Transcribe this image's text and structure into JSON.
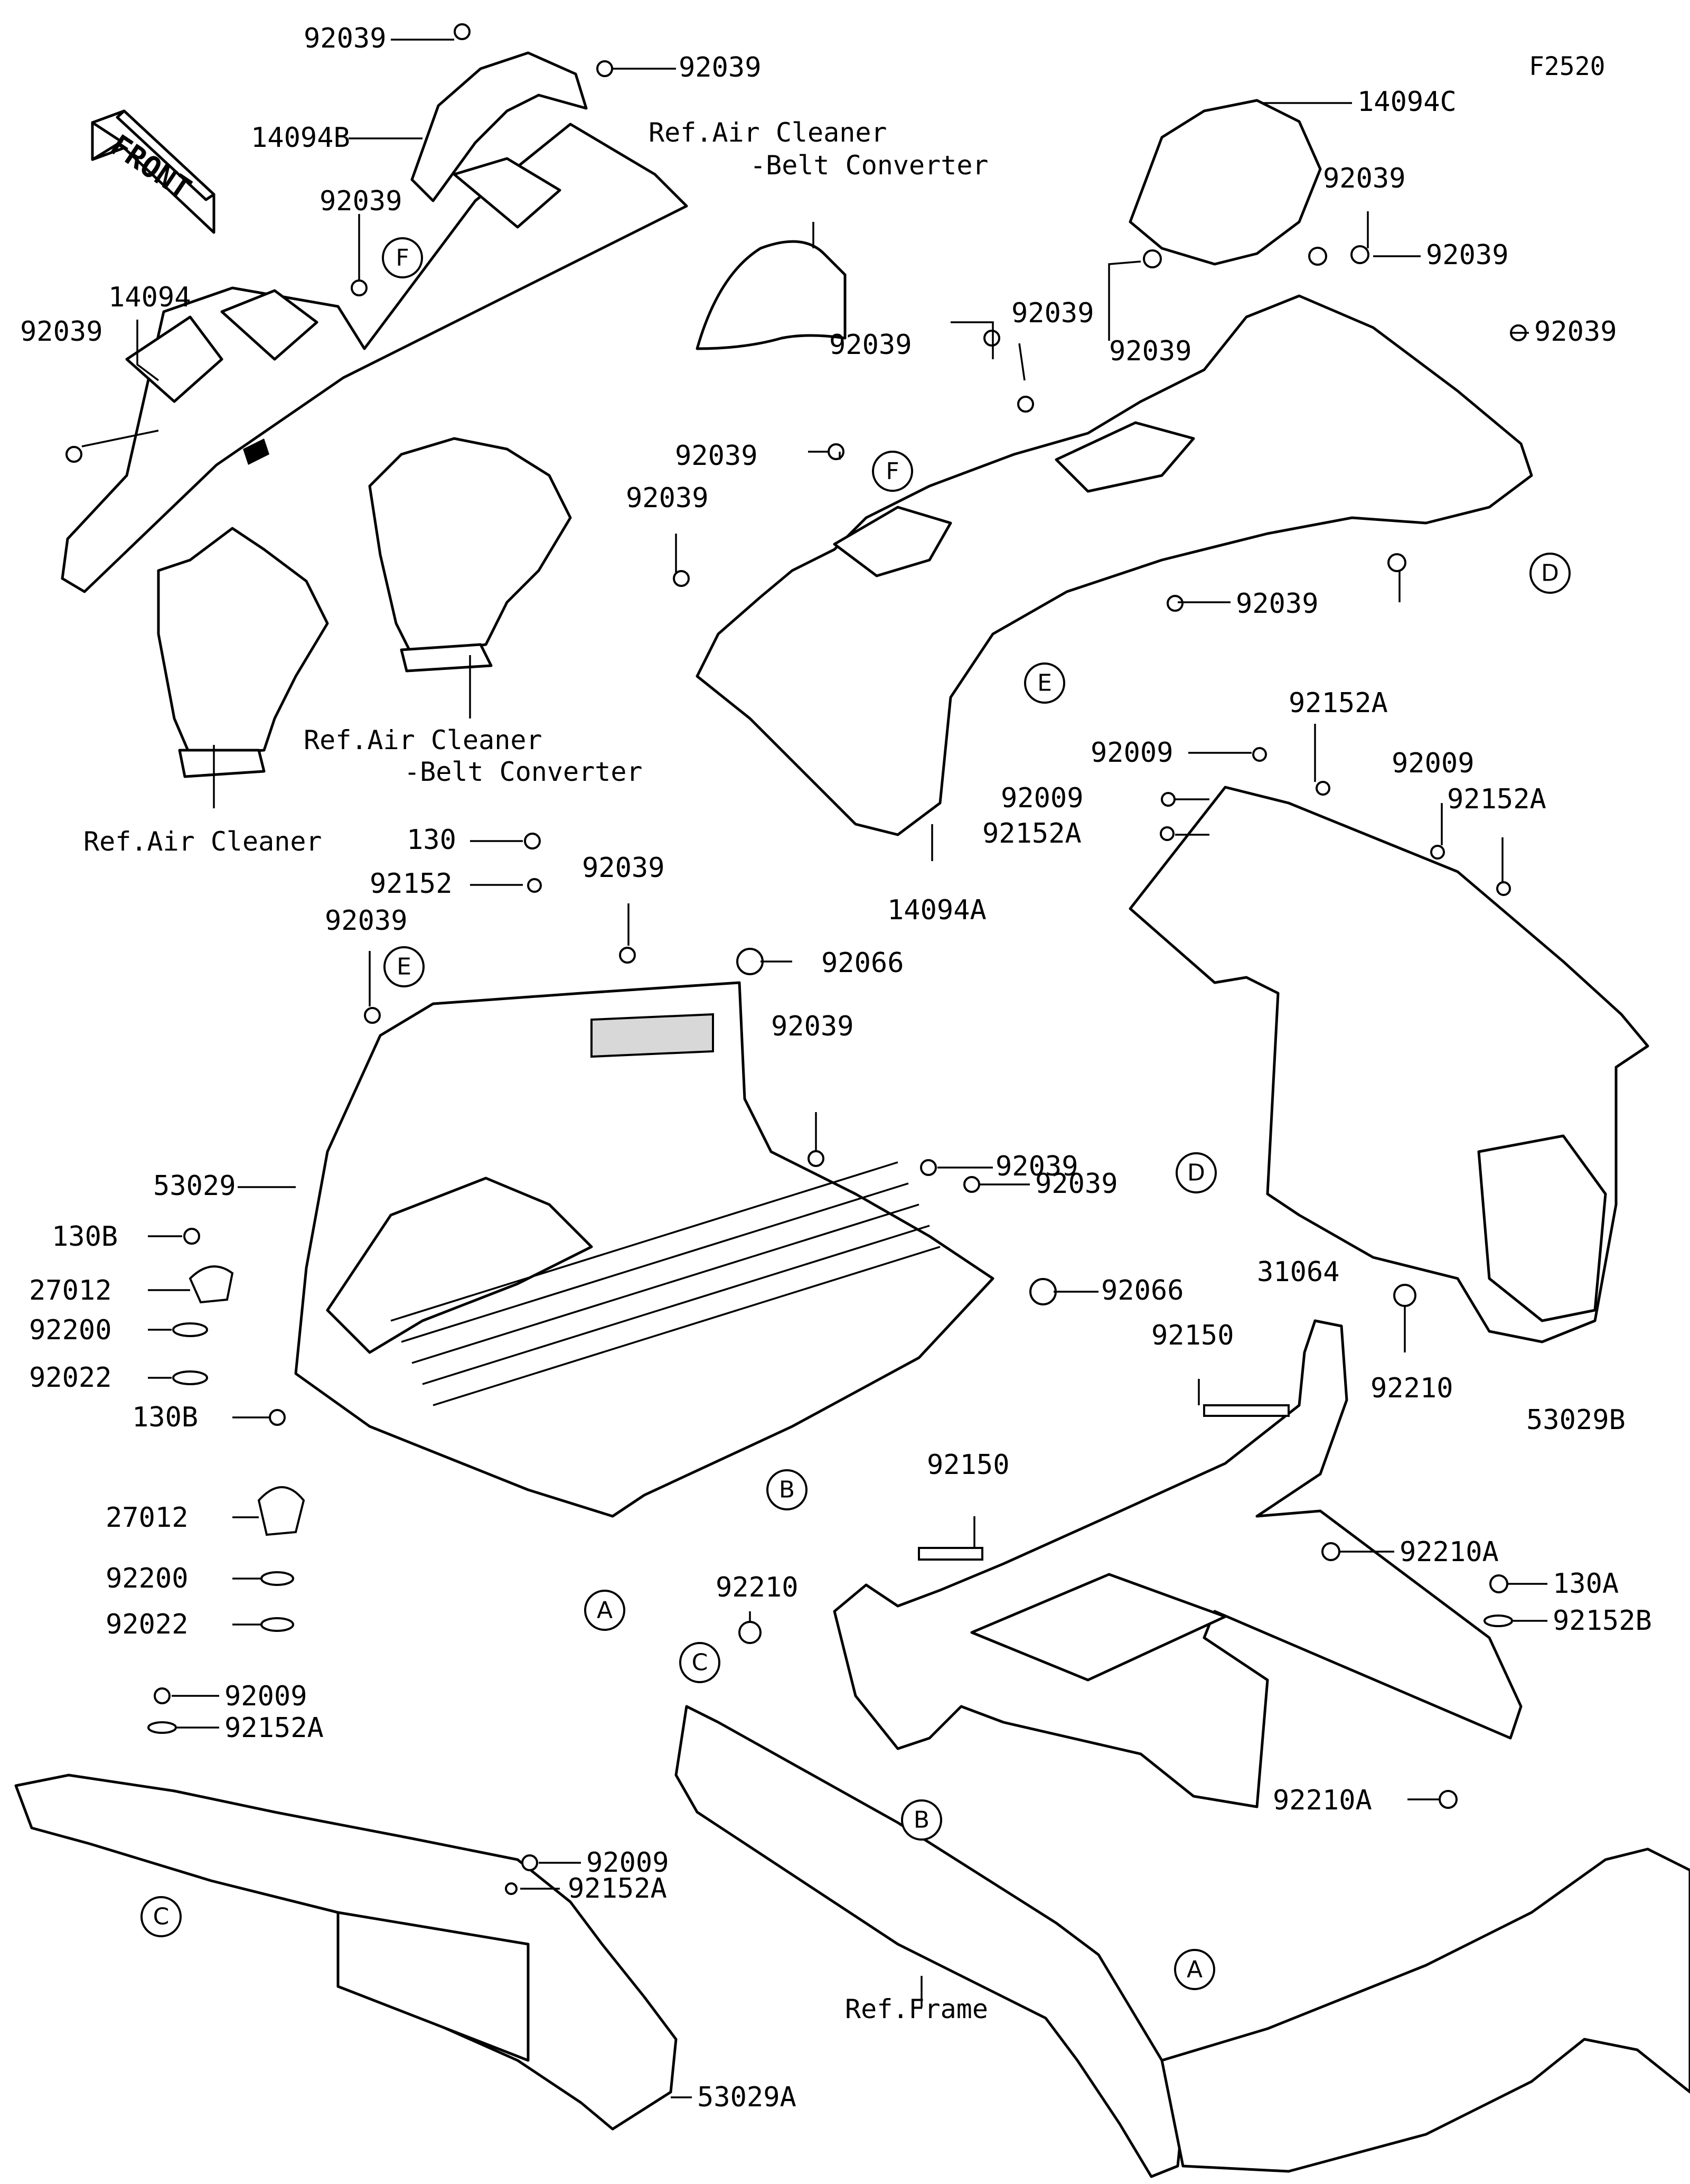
{
  "diagram_code": "F2520",
  "front_arrow": {
    "text": "FRONT"
  },
  "references": {
    "air_cleaner_belt_converter_top": [
      "Ref.Air Cleaner",
      "-Belt Converter"
    ],
    "air_cleaner_belt_converter_left": [
      "Ref.Air Cleaner",
      "-Belt Converter"
    ],
    "air_cleaner": "Ref.Air Cleaner",
    "frame": "Ref.Frame"
  },
  "part_labels": [
    "92039",
    "92039",
    "14094B",
    "92039",
    "14094",
    "92039",
    "14094C",
    "92039",
    "92039",
    "92039",
    "92039",
    "92039",
    "92039",
    "92039",
    "92039",
    "92039",
    "14094A",
    "92152A",
    "92009",
    "92009",
    "92152A",
    "92009",
    "92152A",
    "130",
    "92152",
    "92039",
    "92039",
    "92066",
    "92039",
    "92039",
    "92039",
    "53029",
    "130B",
    "27012",
    "92200",
    "92022",
    "92066",
    "31064",
    "92150",
    "92210",
    "53029B",
    "130B",
    "27012",
    "92200",
    "92022",
    "92150",
    "92210",
    "92210A",
    "130A",
    "92152B",
    "92009",
    "92152A",
    "92009",
    "92152A",
    "92210A",
    "53029A"
  ],
  "markers": [
    "F",
    "F",
    "E",
    "E",
    "D",
    "D",
    "B",
    "B",
    "C",
    "C",
    "A",
    "A"
  ]
}
